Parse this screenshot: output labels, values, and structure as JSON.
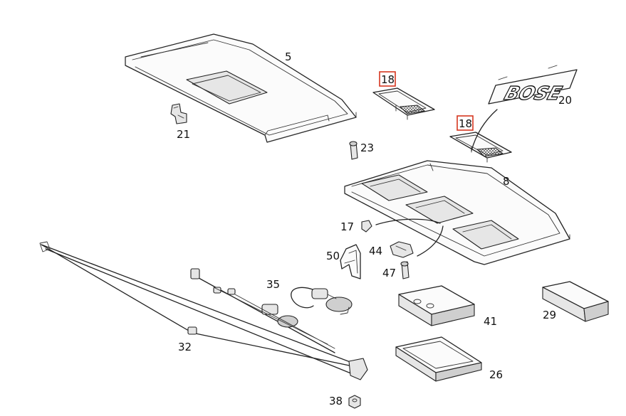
{
  "diagram": {
    "labels": {
      "p5": "5",
      "p18a": "18",
      "p18b": "18",
      "p20": "20",
      "p21": "21",
      "p23": "23",
      "p8": "8",
      "p17": "17",
      "p44": "44",
      "p50": "50",
      "p47": "47",
      "p35": "35",
      "p41": "41",
      "p29": "29",
      "p32": "32",
      "p26": "26",
      "p38": "38"
    },
    "emblem_text": "BOSE",
    "highlighted_parts": [
      "18"
    ],
    "highlight_color": "#d6361f"
  }
}
